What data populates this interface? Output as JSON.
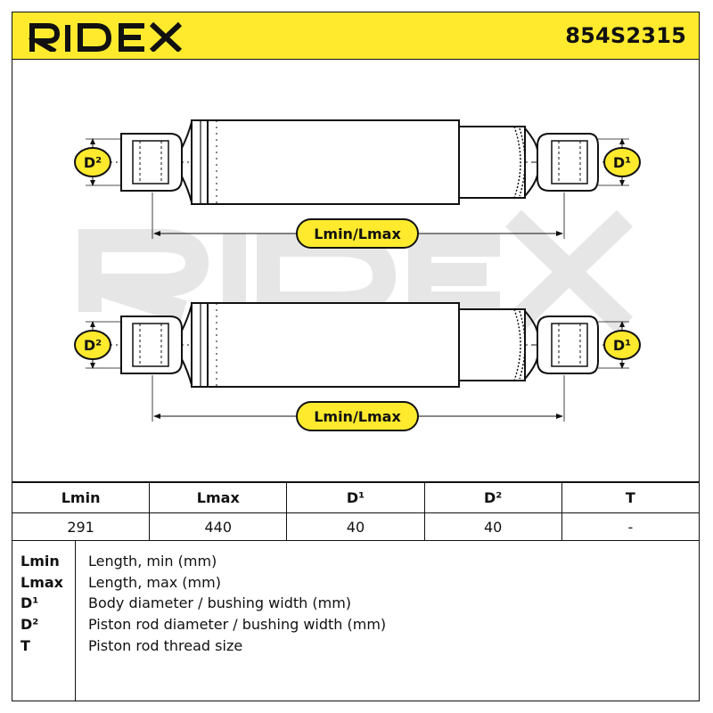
{
  "header": {
    "brand": "RIDEX",
    "part_number": "854S2315",
    "brand_color": "#ffea2e"
  },
  "drawing": {
    "watermark": "RIDEX",
    "labels": {
      "d2": "D²",
      "d1": "D¹",
      "length": "Lmin/Lmax"
    }
  },
  "table": {
    "headers": [
      "Lmin",
      "Lmax",
      "D¹",
      "D²",
      "T"
    ],
    "values": [
      "291",
      "440",
      "40",
      "40",
      "-"
    ]
  },
  "legend": [
    {
      "key": "Lmin",
      "desc": "Length, min (mm)"
    },
    {
      "key": "Lmax",
      "desc": "Length, max (mm)"
    },
    {
      "key": "D¹",
      "desc": "Body diameter / bushing width (mm)"
    },
    {
      "key": "D²",
      "desc": "Piston rod diameter / bushing width (mm)"
    },
    {
      "key": "T",
      "desc": "Piston rod thread size"
    }
  ]
}
